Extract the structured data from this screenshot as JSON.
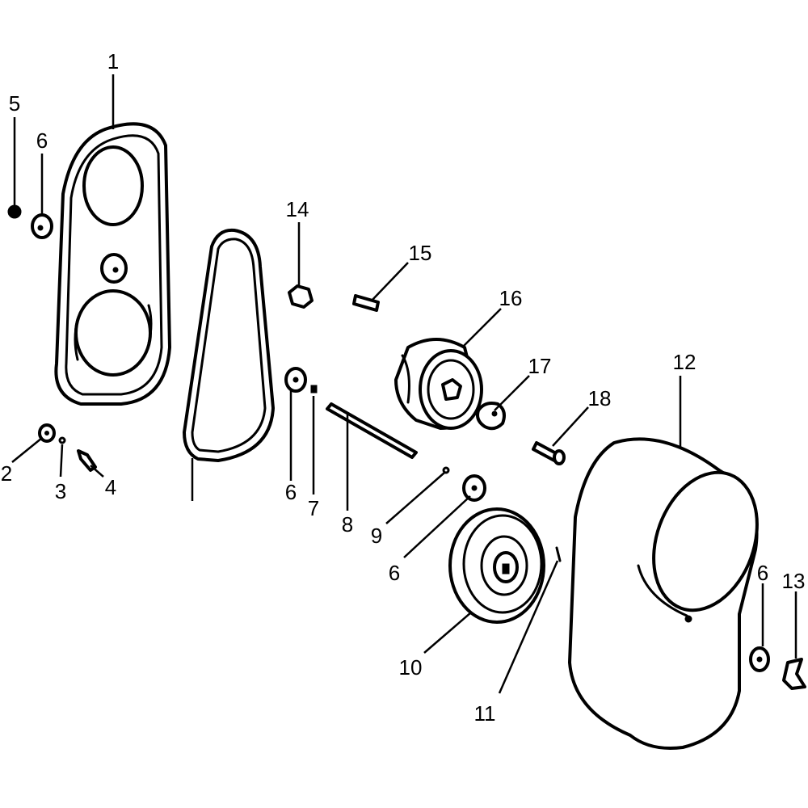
{
  "callouts": {
    "c1": "1",
    "c2": "2",
    "c3": "3",
    "c4": "4",
    "c5": "5",
    "c6a": "6",
    "c6b": "6",
    "c6c": "6",
    "c6d": "6",
    "c7": "7",
    "c8": "8",
    "c9": "9",
    "c10": "10",
    "c11": "11",
    "c12": "12",
    "c13": "13",
    "c14": "14",
    "c15": "15",
    "c16": "16",
    "c17": "17",
    "c18": "18"
  }
}
